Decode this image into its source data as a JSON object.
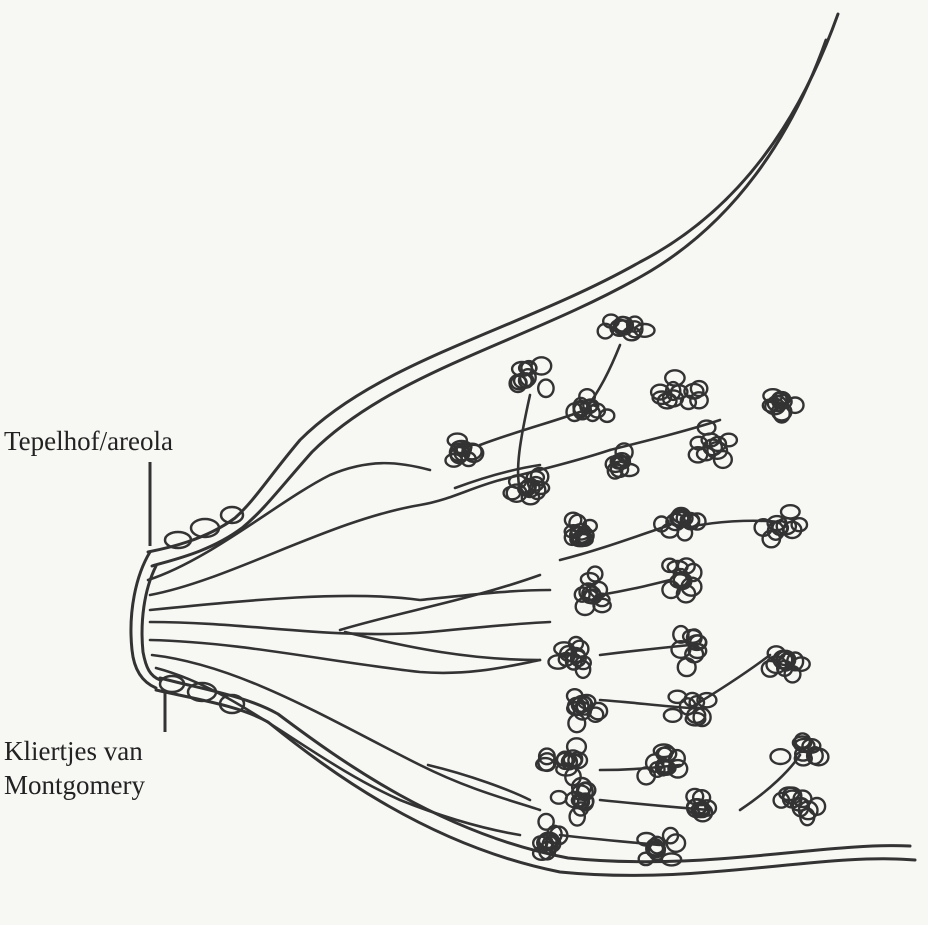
{
  "labels": {
    "areola": "Tepelhof/areola",
    "montgomery_line1": "Kliertjes van",
    "montgomery_line2": "Montgomery"
  },
  "colors": {
    "ink": "#333333",
    "paper": "#f7f7f4"
  }
}
